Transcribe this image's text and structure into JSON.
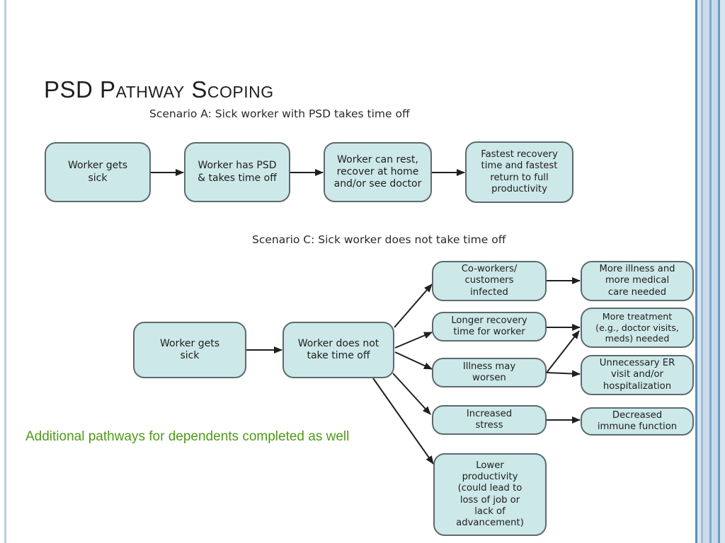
{
  "slide": {
    "title_initial_1": "PSD",
    "title_initial_2": "P",
    "title_rest_2": "athway",
    "title_initial_3": "S",
    "title_rest_3": "coping",
    "footnote": "Additional pathways for dependents completed as well",
    "accent_color": "#4e9a17"
  },
  "scenario_a": {
    "heading": "Scenario A:  Sick worker with PSD takes time off",
    "nodes": [
      {
        "id": "a1",
        "label": "Worker gets\nsick"
      },
      {
        "id": "a2",
        "label": "Worker has PSD\n& takes time off"
      },
      {
        "id": "a3",
        "label": "Worker can rest,\nrecover at home\nand/or see doctor"
      },
      {
        "id": "a4",
        "label": "Fastest recovery\ntime and fastest\nreturn to full\nproductivity"
      }
    ],
    "edges": [
      [
        "a1",
        "a2"
      ],
      [
        "a2",
        "a3"
      ],
      [
        "a3",
        "a4"
      ]
    ]
  },
  "scenario_c": {
    "heading": "Scenario C:  Sick worker does not take time off",
    "nodes": [
      {
        "id": "c1",
        "label": "Worker gets\nsick"
      },
      {
        "id": "c2",
        "label": "Worker does not\ntake time off"
      },
      {
        "id": "c3",
        "label": "Co-workers/\ncustomers\ninfected"
      },
      {
        "id": "c4",
        "label": "Longer recovery\ntime for worker"
      },
      {
        "id": "c5",
        "label": "Illness may\nworsen"
      },
      {
        "id": "c6",
        "label": "Increased\nstress"
      },
      {
        "id": "c7",
        "label": "Lower\nproductivity\n(could lead to\nloss of job or\nlack of\nadvancement)"
      },
      {
        "id": "c8",
        "label": "More illness and\nmore medical\ncare needed"
      },
      {
        "id": "c9",
        "label": "More treatment\n(e.g., doctor visits,\nmeds) needed"
      },
      {
        "id": "c10",
        "label": "Unnecessary ER\nvisit and/or\nhospitalization"
      },
      {
        "id": "c11",
        "label": "Decreased\nimmune function"
      }
    ],
    "edges": [
      [
        "c1",
        "c2"
      ],
      [
        "c2",
        "c3"
      ],
      [
        "c2",
        "c4"
      ],
      [
        "c2",
        "c5"
      ],
      [
        "c2",
        "c6"
      ],
      [
        "c2",
        "c7"
      ],
      [
        "c3",
        "c8"
      ],
      [
        "c4",
        "c9"
      ],
      [
        "c5",
        "c9"
      ],
      [
        "c5",
        "c10"
      ],
      [
        "c6",
        "c11"
      ]
    ]
  },
  "diagram_colors": {
    "box_fill": "#cde8e8",
    "box_border": "#5d6a6e",
    "arrow": "#1f1f1f"
  }
}
